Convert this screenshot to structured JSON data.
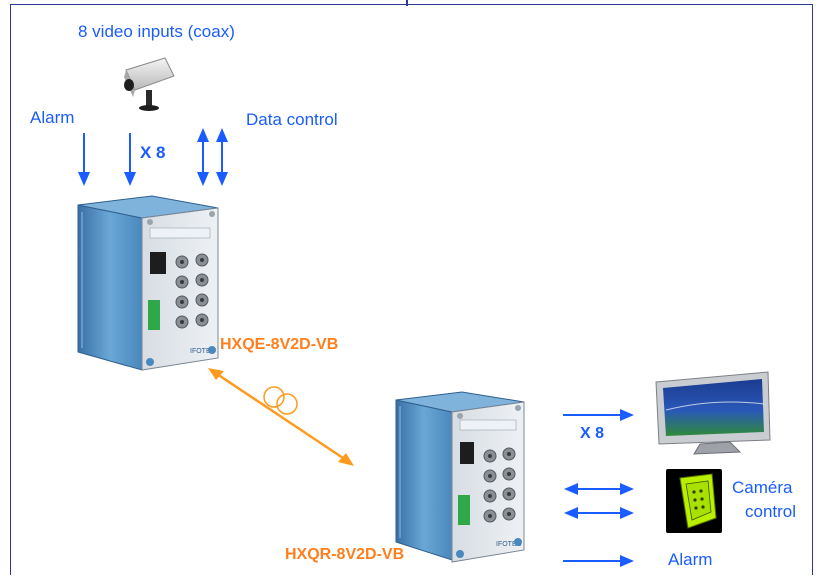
{
  "labels": {
    "video_inputs": "8 video inputs (coax)",
    "alarm_in": "Alarm",
    "x8_in": "X 8",
    "data_control": "Data control",
    "encoder_model": "HXQE-8V2D-VB",
    "receiver_model": "HXQR-8V2D-VB",
    "x8_out": "X 8",
    "camera_control_1": "Caméra",
    "camera_control_2": "control",
    "alarm_out": "Alarm"
  },
  "device_brand": "IFOTEC",
  "colors": {
    "frame": "#2c3a9a",
    "label_blue": "#1a5cff",
    "arrow_blue": "#1a5cff",
    "link_orange": "#ff9a1e",
    "model_orange": "#ff7f1e",
    "chassis_blue": "#4d8fc4",
    "remote_green": "#b8f000"
  },
  "icons": [
    "camera-icon",
    "tv-monitor-icon",
    "remote-control-icon",
    "fiber-coil-icon"
  ]
}
